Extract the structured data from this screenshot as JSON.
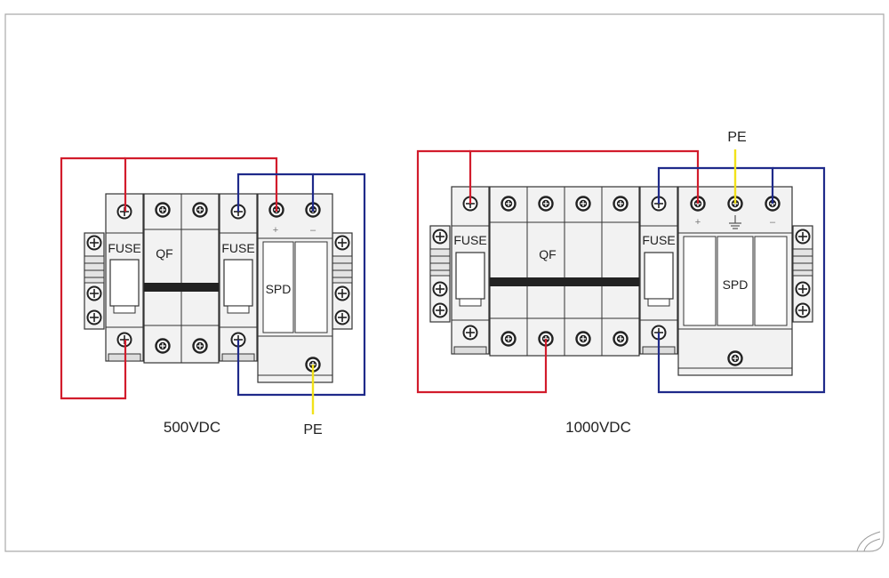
{
  "colors": {
    "frame": "#aaaaaa",
    "positive_wire": "#d21c2c",
    "negative_wire": "#1f2a8a",
    "pe_wire": "#f2e21a",
    "device_fill": "#f2f2f2",
    "device_stroke": "#333333",
    "handle_bar": "#222222"
  },
  "left_diagram": {
    "caption": "500VDC",
    "fuse_label_1": "FUSE",
    "breaker_label": "QF",
    "fuse_label_2": "FUSE",
    "spd_label": "SPD",
    "spd_plus": "+",
    "spd_minus": "–",
    "pe_label": "PE"
  },
  "right_diagram": {
    "caption": "1000VDC",
    "fuse_label_1": "FUSE",
    "breaker_label": "QF",
    "fuse_label_2": "FUSE",
    "spd_label": "SPD",
    "spd_plus": "+",
    "spd_minus": "–",
    "pe_label": "PE"
  },
  "icons": {
    "terminal": "terminal-screw-icon",
    "ground": "ground-symbol-icon",
    "corner": "corner-ornament-icon"
  }
}
